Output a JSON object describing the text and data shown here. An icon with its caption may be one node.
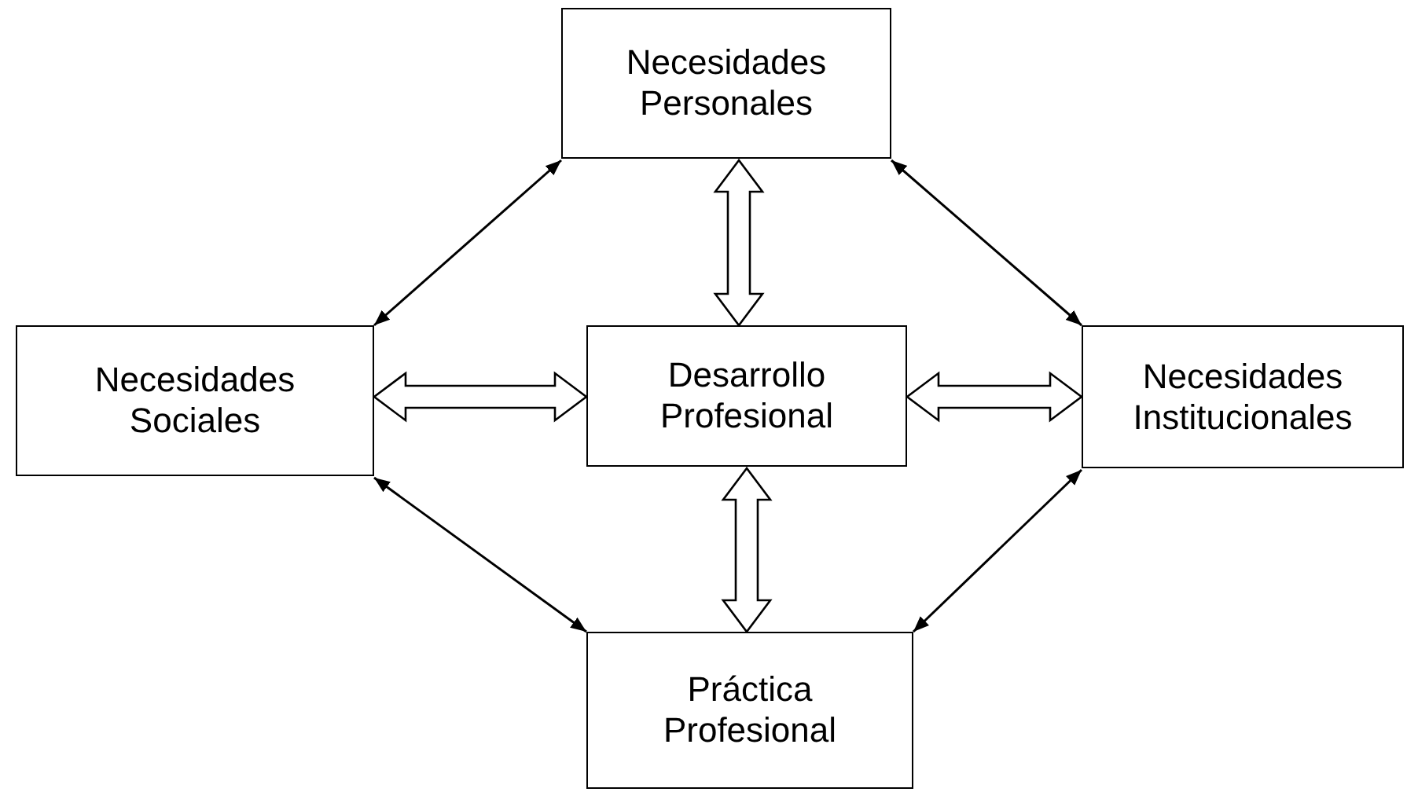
{
  "diagram": {
    "nodes": [
      {
        "text": [
          "Necesidades Personales"
        ]
      },
      {
        "text": [
          "Necesidades Sociales"
        ]
      },
      {
        "text": [
          "Desarrollo Profesional"
        ]
      },
      {
        "text": [
          "Necesidades Institucionales"
        ]
      },
      {
        "text": [
          "Práctica Profesional"
        ]
      }
    ],
    "edges": [
      {
        "from": 0,
        "to": 1,
        "arrow": "both"
      },
      {
        "from": 0,
        "to": 3,
        "arrow": "both"
      },
      {
        "from": 0,
        "to": 2,
        "arrow": "both",
        "style": "thick"
      },
      {
        "from": 1,
        "to": 2,
        "arrow": "both",
        "style": "thick"
      },
      {
        "from": 2,
        "to": 3,
        "arrow": "both",
        "style": "thick"
      },
      {
        "from": 2,
        "to": 4,
        "arrow": "both",
        "style": "thick"
      },
      {
        "from": 1,
        "to": 4,
        "arrow": "both"
      },
      {
        "from": 3,
        "to": 4,
        "arrow": "both"
      }
    ]
  }
}
